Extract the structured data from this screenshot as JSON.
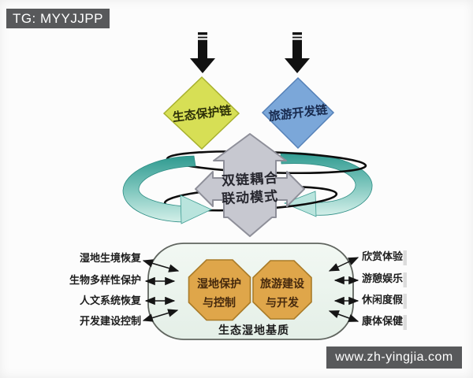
{
  "watermarks": {
    "top_left": "TG: MYYJJPP",
    "bottom_right": "www.zh-yingjia.com"
  },
  "top_chains": [
    {
      "label": "生态保护链",
      "fill": "#d7df55",
      "border": "#a8b12f"
    },
    {
      "label": "旅游开发链",
      "fill": "#7ba7d9",
      "border": "#5581b8"
    }
  ],
  "center_hub": {
    "line1": "双链耦合",
    "line2": "联动模式",
    "fill": "#c7c8d0",
    "border": "#8e8f99"
  },
  "base_platform": {
    "caption": "生态湿地基质",
    "fill": "#ecf4ee",
    "border": "#60655f",
    "octagons": [
      {
        "line1": "湿地保护",
        "line2": "与控制",
        "fill": "#dfa64a",
        "border": "#a97b28"
      },
      {
        "line1": "旅游建设",
        "line2": "与开发",
        "fill": "#dfa64a",
        "border": "#a97b28"
      }
    ]
  },
  "left_items": [
    {
      "label": "湿地生境恢复"
    },
    {
      "label": "生物多样性保护"
    },
    {
      "label": "人文系统恢复"
    },
    {
      "label": "开发建设控制"
    }
  ],
  "right_items": [
    {
      "label": "欣赏体验"
    },
    {
      "label": "游憩娱乐"
    },
    {
      "label": "休闲度假"
    },
    {
      "label": "康体保健"
    }
  ],
  "colors": {
    "teal_dark": "#2f9a90",
    "teal_light": "#d3efe9",
    "orbit_line": "#0d0d0d",
    "watermark_bg": "#58595b"
  }
}
